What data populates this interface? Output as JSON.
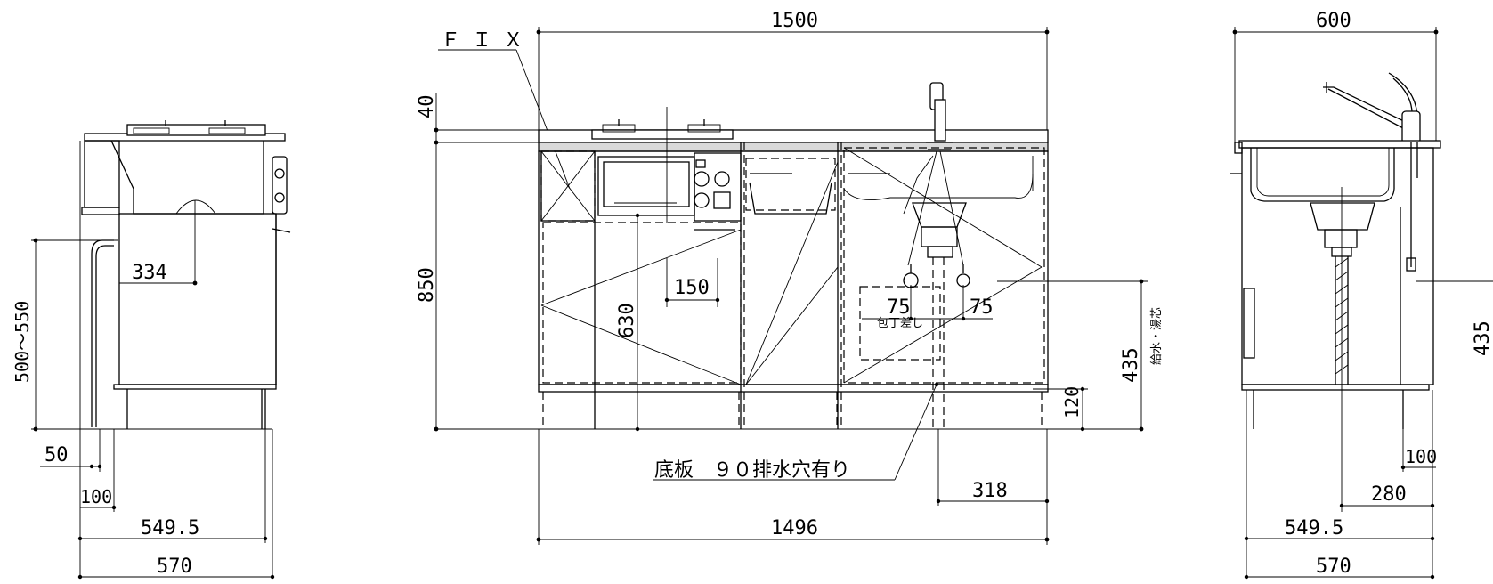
{
  "labels": {
    "fix": "Ｆ Ｉ Ｘ",
    "bottom_board": "底板　９０排水穴有り",
    "knife_holder": "包丁差し",
    "water_supply": "給水・湯芯"
  },
  "side_left": {
    "dims": {
      "d334": "334",
      "d500_550": "500～550",
      "d50": "50",
      "d100": "100",
      "d549_5": "549.5",
      "d570": "570"
    }
  },
  "front": {
    "dims": {
      "d1500": "1500",
      "d40": "40",
      "d850": "850",
      "d150": "150",
      "d630": "630",
      "d75a": "75",
      "d75b": "75",
      "d435": "435",
      "d120": "120",
      "d318": "318",
      "d1496": "1496"
    }
  },
  "side_right": {
    "dims": {
      "d600": "600",
      "d435": "435",
      "d100": "100",
      "d280": "280",
      "d549_5": "549.5",
      "d570": "570"
    }
  }
}
